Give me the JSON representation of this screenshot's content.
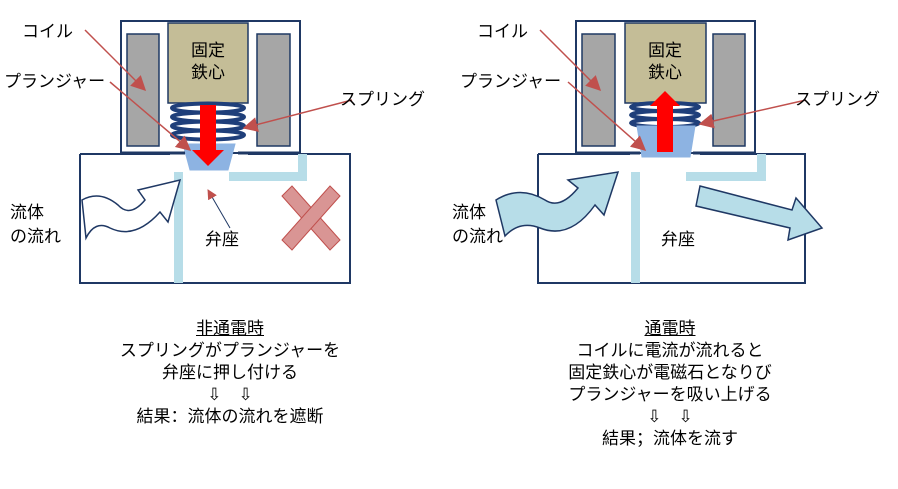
{
  "left": {
    "coil_label": "コイル",
    "plunger_label": "プランジャー",
    "spring_label": "スプリング",
    "core_line1": "固定",
    "core_line2": "鉄心",
    "fluid_line1": "流体",
    "fluid_line2": "の流れ",
    "seat_label": "弁座",
    "caption": {
      "title": "非通電時",
      "line1": "スプリングがプランジャーを",
      "line2": "弁座に押し付ける",
      "arrows": "⇩　⇩",
      "result": "結果：流体の流れを遮断"
    }
  },
  "right": {
    "coil_label": "コイル",
    "plunger_label": "プランジャー",
    "spring_label": "スプリング",
    "core_line1": "固定",
    "core_line2": "鉄心",
    "fluid_line1": "流体",
    "fluid_line2": "の流れ",
    "seat_label": "弁座",
    "caption": {
      "title": "通電時",
      "line1": "コイルに電流が流れると",
      "line2": "固定鉄心が電磁石となりび",
      "line3": "プランジャーを吸い上げる",
      "arrows": "⇩　⇩",
      "result": "結果；流体を流す"
    }
  },
  "colors": {
    "outline": "#1f3864",
    "coil": "#9a9a9a",
    "core": "#c4bd97",
    "spring": "#1f3f7a",
    "plunger": "#8db3e2",
    "seat": "#b7dde8",
    "red_arrow": "#ff0000",
    "fluid_arrow": "#b7dde8",
    "cross": "#d99594"
  }
}
